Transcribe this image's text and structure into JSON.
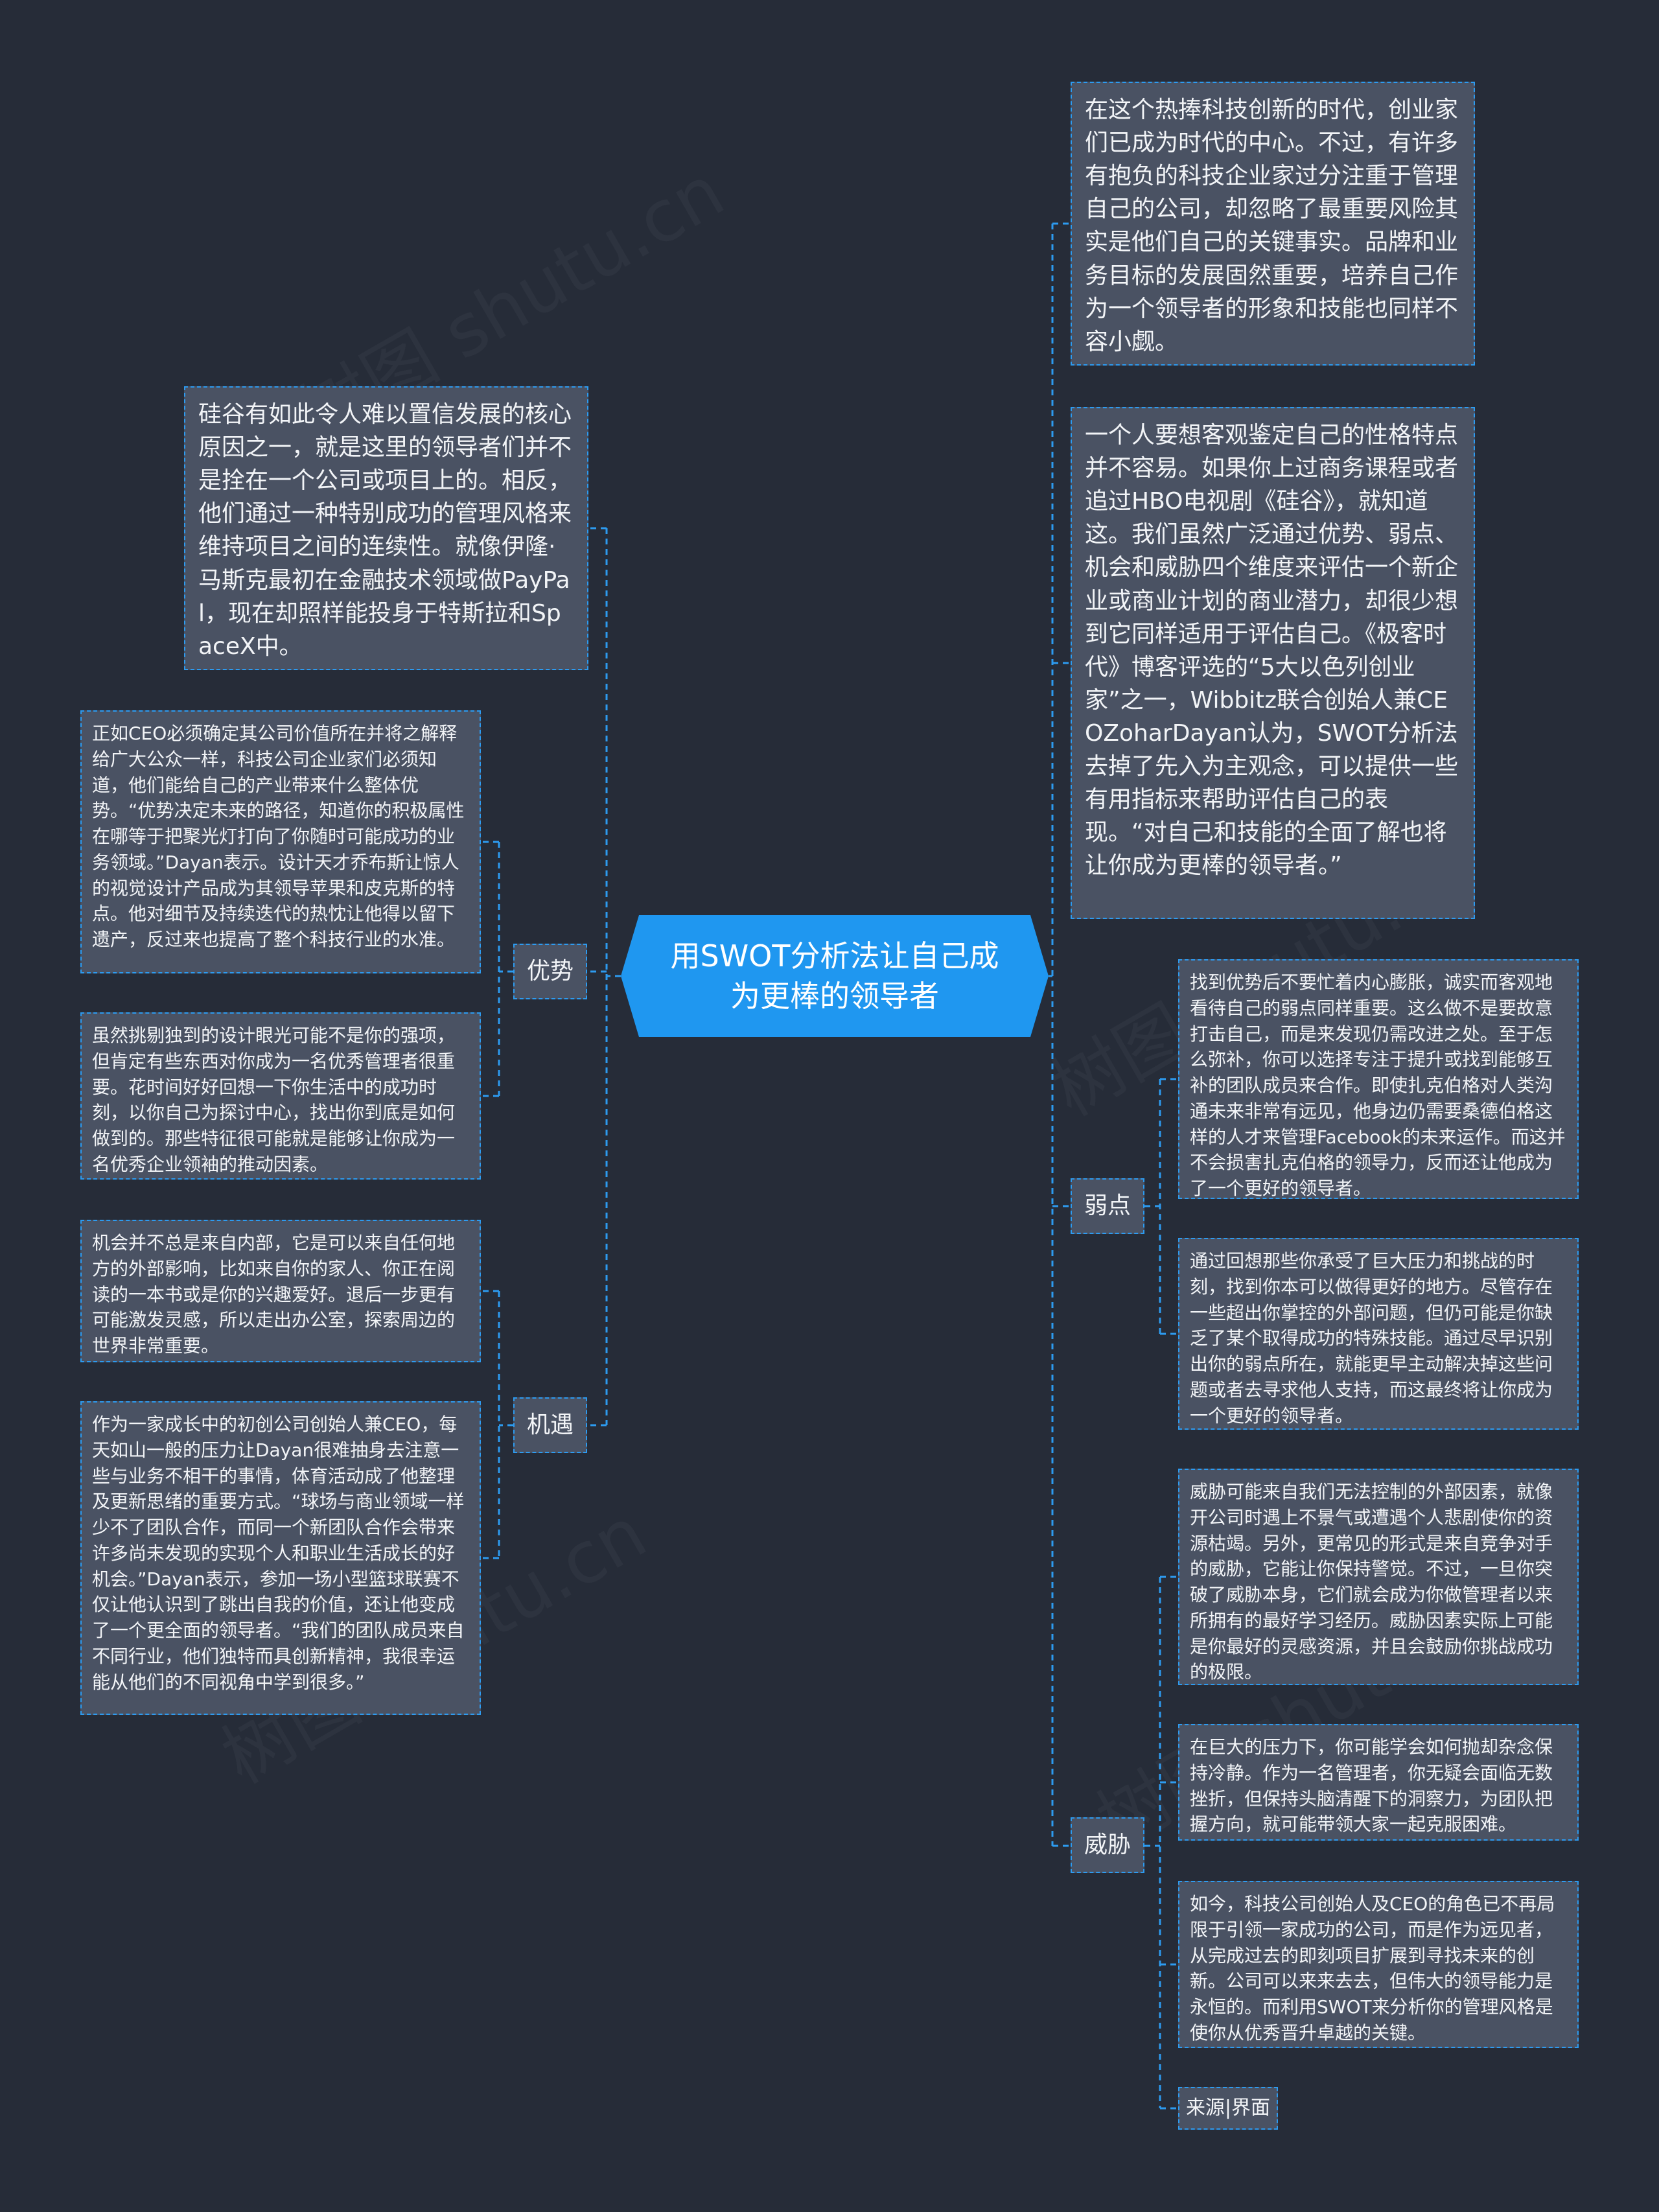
{
  "root": {
    "title": "用SWOT分析法让自己成为更棒的领导者"
  },
  "right_intro": [
    "在这个热捧科技创新的时代，创业家们已成为时代的中心。不过，有许多有抱负的科技企业家过分注重于管理自己的公司，却忽略了最重要风险其实是他们自己的关键事实。品牌和业务目标的发展固然重要，培养自己作为一个领导者的形象和技能也同样不容小觑。",
    "一个人要想客观鉴定自己的性格特点并不容易。如果你上过商务课程或者追过HBO电视剧《硅谷》，就知道这。我们虽然广泛通过优势、弱点、机会和威胁四个维度来评估一个新企业或商业计划的商业潜力，却很少想到它同样适用于评估自己。《极客时代》博客评选的“5大以色列创业家”之一，Wibbitz联合创始人兼CEOZoharDayan认为，SWOT分析法去掉了先入为主观念，可以提供一些有用指标来帮助评估自己的表现。“对自己和技能的全面了解也将让你成为更棒的领导者。”"
  ],
  "left_intro": "硅谷有如此令人难以置信发展的核心原因之一，就是这里的领导者们并不是拴在一个公司或项目上的。相反，他们通过一种特别成功的管理风格来维持项目之间的连续性。就像伊隆·马斯克最初在金融技术领域做PayPal，现在却照样能投身于特斯拉和SpaceX中。",
  "branches": {
    "advantage": {
      "label": "优势",
      "items": [
        "正如CEO必须确定其公司价值所在并将之解释给广大公众一样，科技公司企业家们必须知道，他们能给自己的产业带来什么整体优势。“优势决定未来的路径，知道你的积极属性在哪等于把聚光灯打向了你随时可能成功的业务领域。”Dayan表示。设计天才乔布斯让惊人的视觉设计产品成为其领导苹果和皮克斯的特点。他对细节及持续迭代的热忱让他得以留下遗产，反过来也提高了整个科技行业的水准。",
        "虽然挑剔独到的设计眼光可能不是你的强项，但肯定有些东西对你成为一名优秀管理者很重要。花时间好好回想一下你生活中的成功时刻，以你自己为探讨中心，找出你到底是如何做到的。那些特征很可能就是能够让你成为一名优秀企业领袖的推动因素。"
      ]
    },
    "weakness": {
      "label": "弱点",
      "items": [
        "找到优势后不要忙着内心膨胀，诚实而客观地看待自己的弱点同样重要。这么做不是要故意打击自己，而是来发现仍需改进之处。至于怎么弥补，你可以选择专注于提升或找到能够互补的团队成员来合作。即使扎克伯格对人类沟通未来非常有远见，他身边仍需要桑德伯格这样的人才来管理Facebook的未来运作。而这并不会损害扎克伯格的领导力，反而还让他成为了一个更好的领导者。",
        "通过回想那些你承受了巨大压力和挑战的时刻，找到你本可以做得更好的地方。尽管存在一些超出你掌控的外部问题，但仍可能是你缺乏了某个取得成功的特殊技能。通过尽早识别出你的弱点所在，就能更早主动解决掉这些问题或者去寻求他人支持，而这最终将让你成为一个更好的领导者。"
      ]
    },
    "opportunity": {
      "label": "机遇",
      "items": [
        "机会并不总是来自内部，它是可以来自任何地方的外部影响，比如来自你的家人、你正在阅读的一本书或是你的兴趣爱好。退后一步更有可能激发灵感，所以走出办公室，探索周边的世界非常重要。",
        "作为一家成长中的初创公司创始人兼CEO，每天如山一般的压力让Dayan很难抽身去注意一些与业务不相干的事情，体育活动成了他整理及更新思绪的重要方式。“球场与商业领域一样少不了团队合作，而同一个新团队合作会带来许多尚未发现的实现个人和职业生活成长的好机会。”Dayan表示，参加一场小型篮球联赛不仅让他认识到了跳出自我的价值，还让他变成了一个更全面的领导者。“我们的团队成员来自不同行业，他们独特而具创新精神，我很幸运能从他们的不同视角中学到很多。”"
      ]
    },
    "threat": {
      "label": "威胁",
      "items": [
        "威胁可能来自我们无法控制的外部因素，就像开公司时遇上不景气或遭遇个人悲剧使你的资源枯竭。另外，更常见的形式是来自竞争对手的威胁，它能让你保持警觉。不过，一旦你突破了威胁本身，它们就会成为你做管理者以来所拥有的最好学习经历。威胁因素实际上可能是你最好的灵感资源，并且会鼓励你挑战成功的极限。",
        "在巨大的压力下，你可能学会如何抛却杂念保持冷静。作为一名管理者，你无疑会面临无数挫折，但保持头脑清醒下的洞察力，为团队把握方向，就可能带领大家一起克服困难。",
        "如今，科技公司创始人及CEO的角色已不再局限于引领一家成功的公司，而是作为远见者，从完成过去的即刻项目扩展到寻找未来的创新。公司可以来来去去，但伟大的领导能力是永恒的。而利用SWOT来分析你的管理风格是使你从优秀晋升卓越的关键。"
      ]
    }
  },
  "source": "来源|界面",
  "watermark": "树图 shutu.cn",
  "colors": {
    "background": "#262c38",
    "node_fill": "#4a5263",
    "accent": "#1f97f0",
    "connector": "#2d9bf0",
    "text": "#f2f4f7"
  }
}
